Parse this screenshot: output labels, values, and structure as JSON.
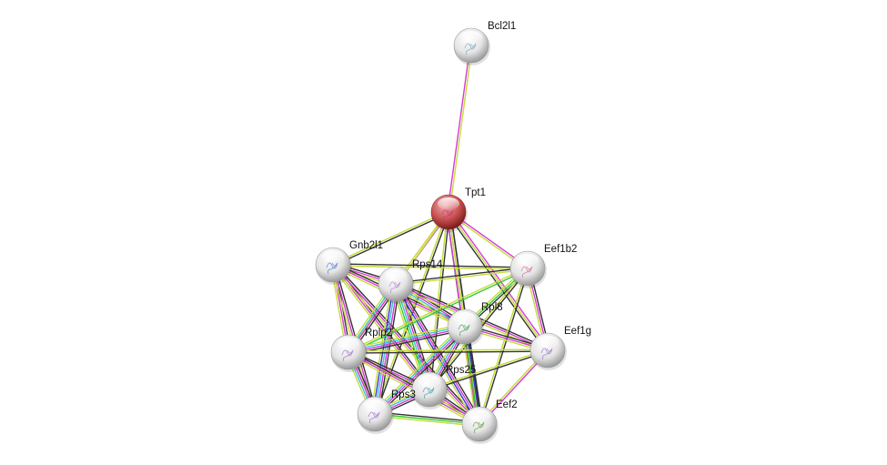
{
  "colors": {
    "textmining": "#c4dc3a",
    "coexpression": "#333333",
    "experiments": "#d63ad6",
    "database": "#38c4d4",
    "neighborhood": "#34c934",
    "cooccurrence": "#3535d6",
    "query_node": "#c04040",
    "node": "#e6e6e6"
  },
  "nodes": [
    {
      "id": "Bcl2l1",
      "label": "Bcl2l1",
      "query": false,
      "structure": "#7ab"
    },
    {
      "id": "Tpt1",
      "label": "Tpt1",
      "query": true,
      "structure": "#c4377a"
    },
    {
      "id": "Gnb2l1",
      "label": "Gnb2l1",
      "query": false,
      "structure": "#4a7ed0"
    },
    {
      "id": "Rps14",
      "label": "Rps14",
      "query": false,
      "structure": "#b08ad0"
    },
    {
      "id": "Eef1b2",
      "label": "Eef1b2",
      "query": false,
      "structure": "#d070a0"
    },
    {
      "id": "Rpl8",
      "label": "Rpl8",
      "query": false,
      "structure": "#40a060"
    },
    {
      "id": "Eef1g",
      "label": "Eef1g",
      "query": false,
      "structure": "#a070d0"
    },
    {
      "id": "Rplp2",
      "label": "Rplp2",
      "query": false,
      "structure": "#a070d0"
    },
    {
      "id": "Rps25",
      "label": "Rps25",
      "query": false,
      "structure": "#40a0b0"
    },
    {
      "id": "Rps3",
      "label": "Rps3",
      "query": false,
      "structure": "#a070d0"
    },
    {
      "id": "Eef2",
      "label": "Eef2",
      "query": false,
      "structure": "#60a040"
    }
  ],
  "edges": [
    [
      "Tpt1",
      "Bcl2l1",
      [
        "experiments",
        "textmining"
      ]
    ],
    [
      "Tpt1",
      "Gnb2l1",
      [
        "coexpression",
        "textmining"
      ]
    ],
    [
      "Tpt1",
      "Rps14",
      [
        "experiments",
        "textmining"
      ]
    ],
    [
      "Tpt1",
      "Eef1b2",
      [
        "experiments",
        "textmining"
      ]
    ],
    [
      "Tpt1",
      "Rpl8",
      [
        "coexpression",
        "textmining",
        "coexpression"
      ]
    ],
    [
      "Tpt1",
      "Eef1g",
      [
        "experiments",
        "textmining",
        "coexpression"
      ]
    ],
    [
      "Tpt1",
      "Rplp2",
      [
        "textmining"
      ]
    ],
    [
      "Tpt1",
      "Rps25",
      [
        "coexpression",
        "textmining"
      ]
    ],
    [
      "Tpt1",
      "Rps3",
      [
        "coexpression",
        "textmining"
      ]
    ],
    [
      "Tpt1",
      "Eef2",
      [
        "coexpression",
        "textmining",
        "experiments"
      ]
    ],
    [
      "Gnb2l1",
      "Rps14",
      [
        "coexpression",
        "experiments",
        "textmining"
      ]
    ],
    [
      "Gnb2l1",
      "Eef1b2",
      [
        "coexpression",
        "textmining"
      ]
    ],
    [
      "Gnb2l1",
      "Rpl8",
      [
        "coexpression",
        "experiments",
        "textmining"
      ]
    ],
    [
      "Gnb2l1",
      "Rplp2",
      [
        "coexpression",
        "experiments",
        "textmining"
      ]
    ],
    [
      "Gnb2l1",
      "Rps25",
      [
        "coexpression",
        "experiments",
        "textmining"
      ]
    ],
    [
      "Gnb2l1",
      "Rps3",
      [
        "coexpression",
        "experiments",
        "textmining"
      ]
    ],
    [
      "Gnb2l1",
      "Eef2",
      [
        "coexpression",
        "experiments",
        "textmining"
      ]
    ],
    [
      "Rps14",
      "Eef1b2",
      [
        "coexpression",
        "textmining"
      ]
    ],
    [
      "Rps14",
      "Rpl8",
      [
        "coexpression",
        "experiments",
        "database",
        "textmining"
      ]
    ],
    [
      "Rps14",
      "Eef1g",
      [
        "coexpression",
        "experiments",
        "textmining"
      ]
    ],
    [
      "Rps14",
      "Rplp2",
      [
        "coexpression",
        "experiments",
        "database",
        "textmining"
      ]
    ],
    [
      "Rps14",
      "Rps25",
      [
        "coexpression",
        "experiments",
        "database",
        "neighborhood",
        "textmining"
      ]
    ],
    [
      "Rps14",
      "Rps3",
      [
        "coexpression",
        "experiments",
        "database",
        "cooccurrence",
        "textmining"
      ]
    ],
    [
      "Rps14",
      "Eef2",
      [
        "coexpression",
        "experiments",
        "cooccurrence",
        "textmining"
      ]
    ],
    [
      "Eef1b2",
      "Rpl8",
      [
        "coexpression",
        "neighborhood",
        "textmining"
      ]
    ],
    [
      "Eef1b2",
      "Eef1g",
      [
        "coexpression",
        "experiments",
        "textmining"
      ]
    ],
    [
      "Eef1b2",
      "Rplp2",
      [
        "neighborhood",
        "textmining"
      ]
    ],
    [
      "Eef1b2",
      "Rps25",
      [
        "coexpression",
        "textmining"
      ]
    ],
    [
      "Eef1b2",
      "Eef2",
      [
        "coexpression",
        "textmining"
      ]
    ],
    [
      "Rpl8",
      "Eef1g",
      [
        "coexpression",
        "experiments",
        "textmining"
      ]
    ],
    [
      "Rpl8",
      "Rplp2",
      [
        "coexpression",
        "experiments",
        "database",
        "textmining"
      ]
    ],
    [
      "Rpl8",
      "Rps25",
      [
        "coexpression",
        "experiments",
        "database",
        "textmining"
      ]
    ],
    [
      "Rpl8",
      "Rps3",
      [
        "coexpression",
        "experiments",
        "database",
        "textmining"
      ]
    ],
    [
      "Rpl8",
      "Eef2",
      [
        "coexpression",
        "cooccurrence",
        "neighborhood",
        "textmining"
      ]
    ],
    [
      "Eef1g",
      "Rplp2",
      [
        "coexpression",
        "textmining"
      ]
    ],
    [
      "Eef1g",
      "Rps25",
      [
        "coexpression",
        "textmining"
      ]
    ],
    [
      "Eef1g",
      "Eef2",
      [
        "experiments",
        "textmining"
      ]
    ],
    [
      "Rplp2",
      "Rps25",
      [
        "coexpression",
        "experiments",
        "textmining"
      ]
    ],
    [
      "Rplp2",
      "Rps3",
      [
        "coexpression",
        "experiments",
        "database",
        "textmining"
      ]
    ],
    [
      "Rplp2",
      "Eef2",
      [
        "coexpression",
        "experiments",
        "textmining"
      ]
    ],
    [
      "Rps25",
      "Rps3",
      [
        "coexpression",
        "experiments",
        "database",
        "textmining"
      ]
    ],
    [
      "Rps25",
      "Eef2",
      [
        "coexpression",
        "experiments",
        "textmining"
      ]
    ],
    [
      "Rps3",
      "Eef2",
      [
        "coexpression",
        "neighborhood",
        "textmining"
      ]
    ]
  ]
}
